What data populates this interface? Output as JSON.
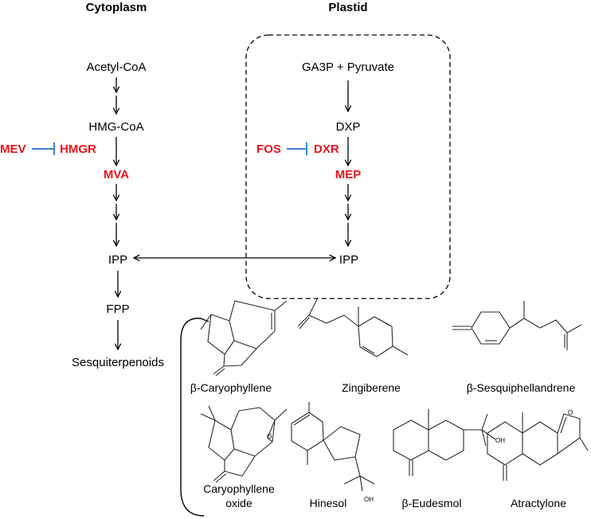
{
  "compartments": {
    "cytoplasm": "Cytoplasm",
    "plastid": "Plastid"
  },
  "cytoplasm_pathway": {
    "acetyl_coa": "Acetyl-CoA",
    "hmg_coa": "HMG-CoA",
    "mva": "MVA",
    "ipp": "IPP",
    "fpp": "FPP",
    "sesquiterpenoids": "Sesquiterpenoids"
  },
  "plastid_pathway": {
    "ga3p_pyruvate": "GA3P + Pyruvate",
    "dxp": "DXP",
    "mep": "MEP",
    "ipp": "IPP"
  },
  "enzymes": {
    "hmgr": "HMGR",
    "dxr": "DXR"
  },
  "inhibitors": {
    "mev": "MEV",
    "fos": "FOS"
  },
  "colors": {
    "highlight": "#e8141c",
    "inhibition": "#3b86c6",
    "text": "#000000"
  },
  "compounds": [
    {
      "name": "β-Caryophyllene"
    },
    {
      "name": "Zingiberene"
    },
    {
      "name": "β-Sesquiphellandrene"
    },
    {
      "name_line1": "Caryophyllene",
      "name_line2": "oxide",
      "atom": "O"
    },
    {
      "name": "Hinesol",
      "atom": "OH"
    },
    {
      "name": "β-Eudesmol",
      "atom": "OH"
    },
    {
      "name": "Atractylone",
      "atom": "O"
    }
  ]
}
